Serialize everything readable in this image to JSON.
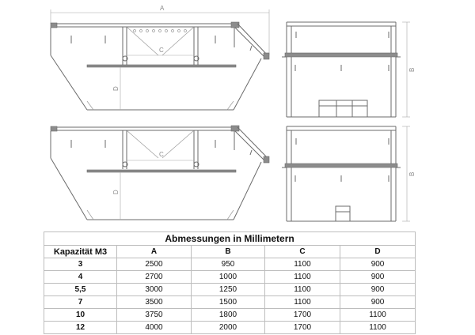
{
  "drawing": {
    "dim_labels": {
      "a": "A",
      "b": "B",
      "c": "C",
      "d": "D"
    }
  },
  "table": {
    "title": "Abmessungen in Millimetern",
    "columns": [
      "Kapazität M3",
      "A",
      "B",
      "C",
      "D"
    ],
    "rows": [
      [
        "3",
        "2500",
        "950",
        "1100",
        "900"
      ],
      [
        "4",
        "2700",
        "1000",
        "1100",
        "900"
      ],
      [
        "5,5",
        "3000",
        "1250",
        "1100",
        "900"
      ],
      [
        "7",
        "3500",
        "1500",
        "1100",
        "900"
      ],
      [
        "10",
        "3750",
        "1800",
        "1700",
        "1100"
      ],
      [
        "12",
        "4000",
        "2000",
        "1700",
        "1100"
      ]
    ]
  }
}
